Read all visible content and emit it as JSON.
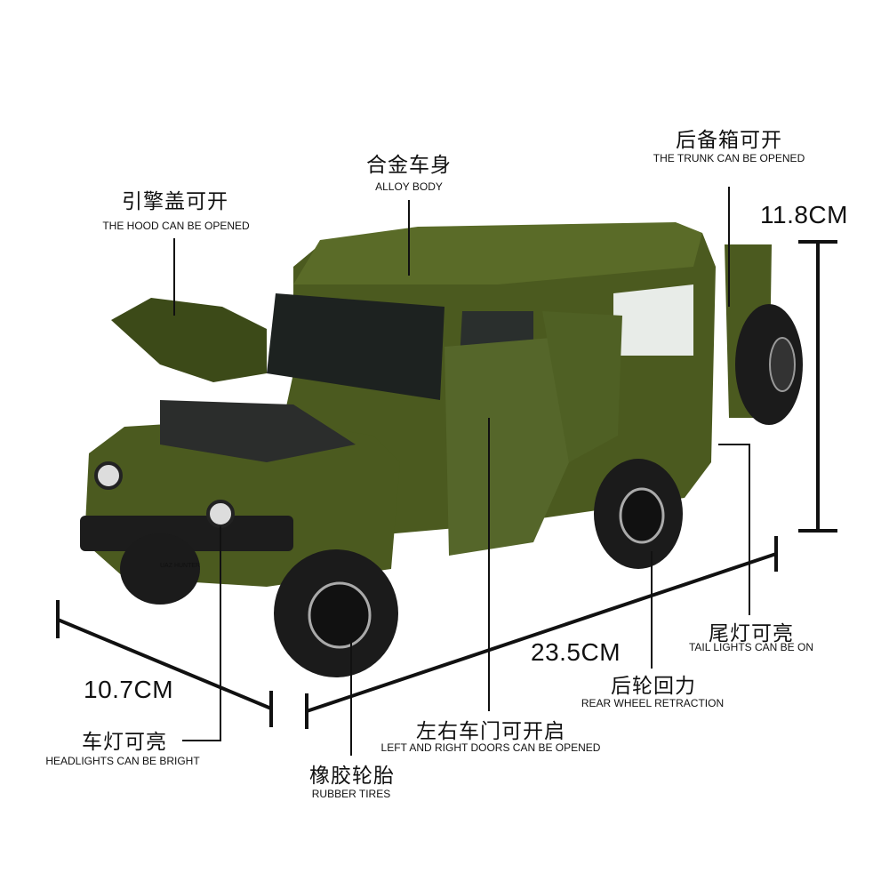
{
  "colors": {
    "body": "#4b5a1f",
    "body_dark": "#33401a",
    "tire": "#1b1b1b",
    "line": "#111111"
  },
  "callouts": {
    "hood": {
      "cn": "引擎盖可开",
      "en": "THE HOOD CAN BE OPENED"
    },
    "body": {
      "cn": "合金车身",
      "en": "ALLOY BODY"
    },
    "trunk": {
      "cn": "后备箱可开",
      "en": "THE TRUNK CAN BE OPENED"
    },
    "tail": {
      "cn": "尾灯可亮",
      "en": "TAIL LIGHTS CAN BE ON"
    },
    "rear_wheel": {
      "cn": "后轮回力",
      "en": "REAR WHEEL RETRACTION"
    },
    "doors": {
      "cn": "左右车门可开启",
      "en": "LEFT AND RIGHT DOORS CAN BE OPENED"
    },
    "tires": {
      "cn": "橡胶轮胎",
      "en": "RUBBER TIRES"
    },
    "headlights": {
      "cn": "车灯可亮",
      "en": "HEADLIGHTS CAN BE BRIGHT"
    }
  },
  "dimensions": {
    "height": "11.8CM",
    "width": "10.7CM",
    "length": "23.5CM"
  },
  "plate": "UAZ HUNTER"
}
